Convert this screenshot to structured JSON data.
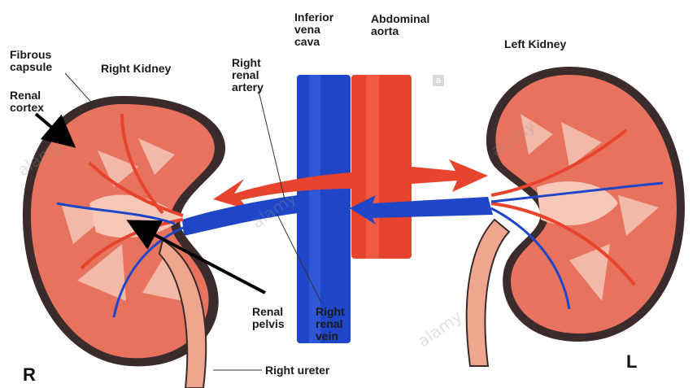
{
  "labels": {
    "fibrous_capsule": "Fibrous\ncapsule",
    "renal_cortex": "Renal\ncortex",
    "right_kidney": "Right Kidney",
    "right_renal_artery": "Right\nrenal\nartery",
    "inferior_vena_cava": "Inferior\nvena\ncava",
    "abdominal_aorta": "Abdominal\naorta",
    "left_kidney": "Left Kidney",
    "renal_pelvis": "Renal\npelvis",
    "right_renal_vein": "Right\nrenal\nvein",
    "right_ureter": "Right ureter",
    "side_right": "R",
    "side_left": "L"
  },
  "watermark": {
    "text": "alamy",
    "badge": "a"
  },
  "colors": {
    "artery": "#e8432c",
    "vein": "#2046c8",
    "cortex": "#e7735f",
    "capsule": "#3b2b2b",
    "medulla": "#f2b8a8",
    "ureter": "#f0a58f",
    "arrow": "#000000"
  }
}
